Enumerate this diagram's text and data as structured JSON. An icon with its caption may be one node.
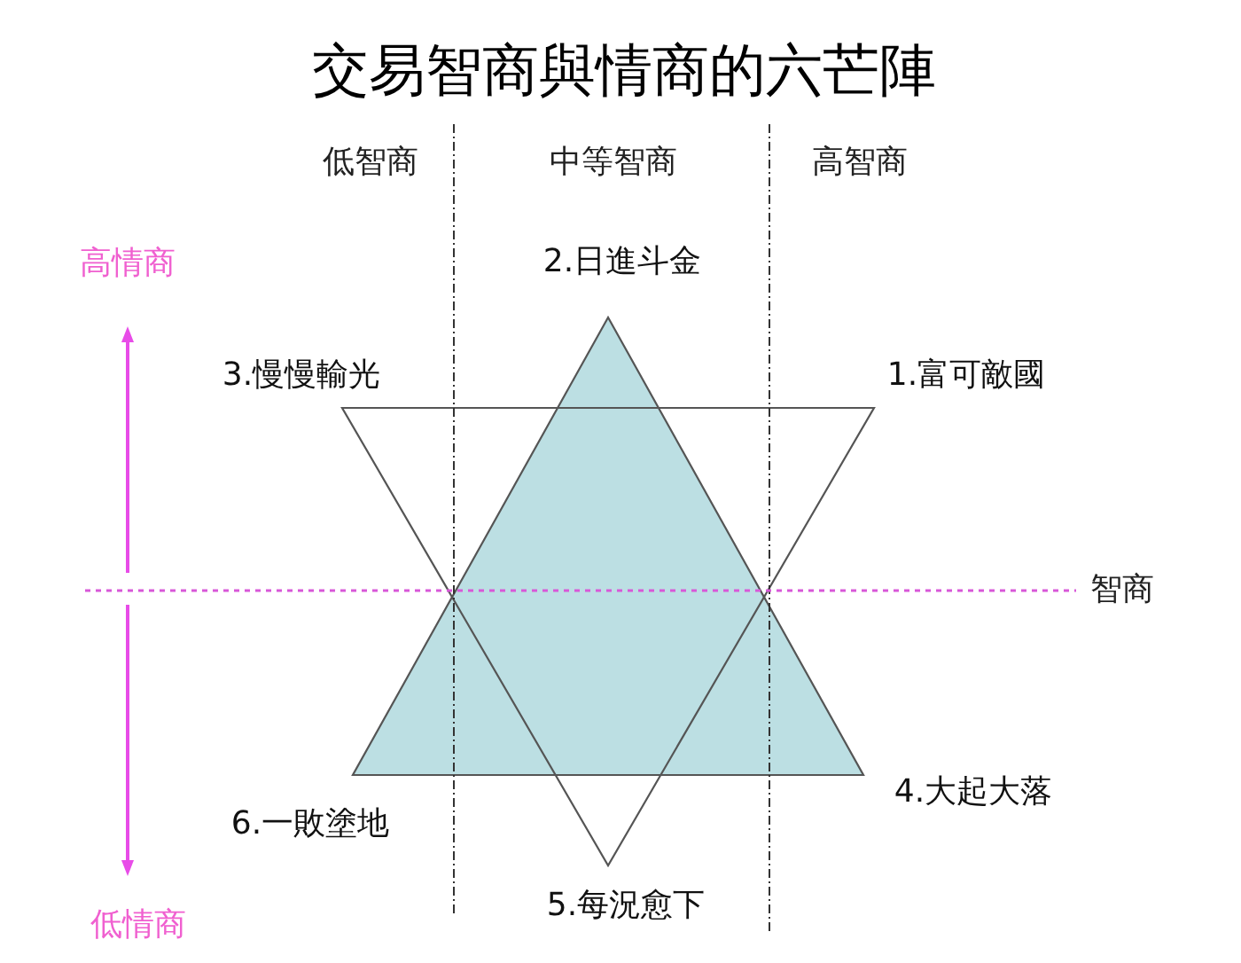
{
  "diagram": {
    "title": "交易智商與情商的六芒陣",
    "nodes": [
      {
        "text": [],
        "shape": "triangle"
      },
      {
        "text": [],
        "shape": "triangle"
      }
    ],
    "labels": [
      "低智商",
      "中等智商",
      "高智商",
      "高情商",
      "2.日進斗金",
      "3.慢慢輸光",
      "1.富可敵國",
      "智商",
      "4.大起大落",
      "6.一敗塗地",
      "5.每況愈下",
      "低情商"
    ]
  }
}
